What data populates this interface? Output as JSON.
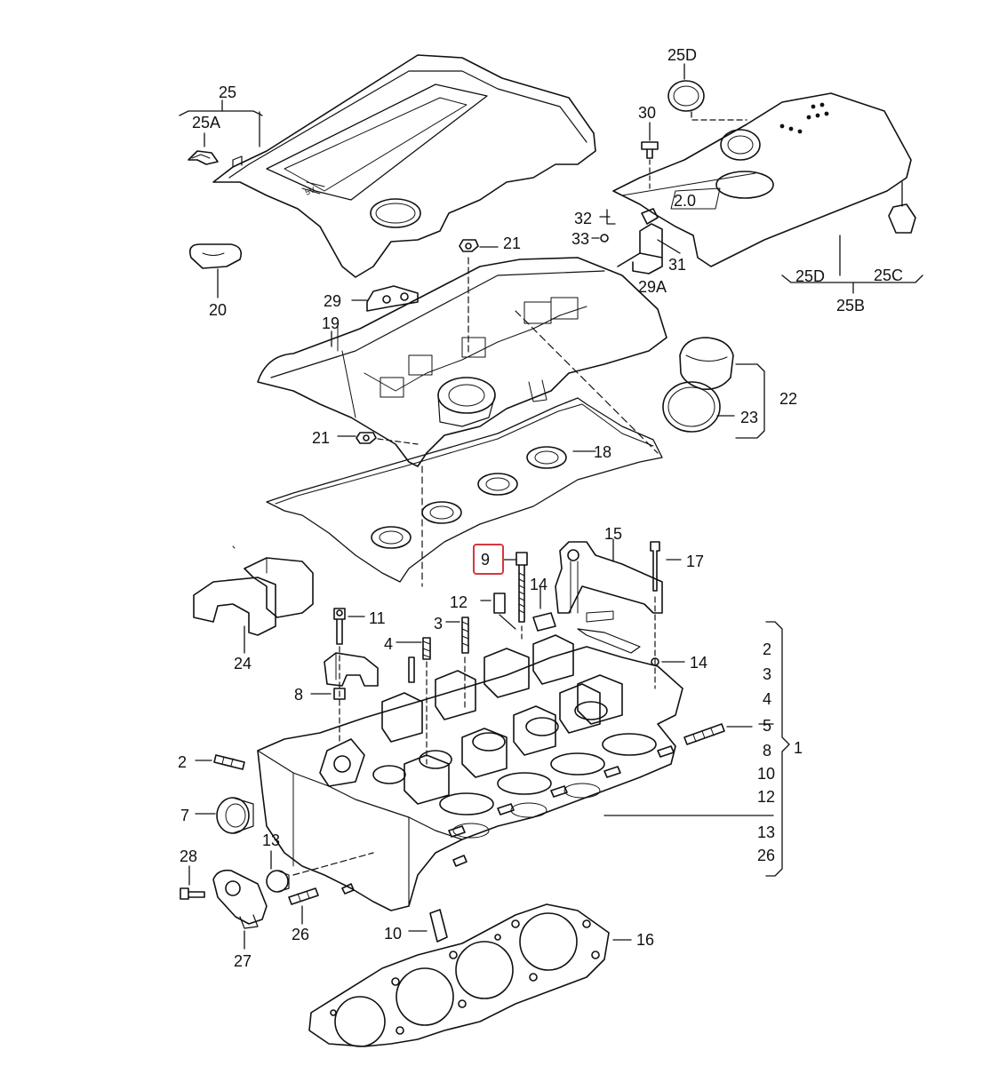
{
  "highlight": {
    "label": "9",
    "color": "#d9363e"
  },
  "labels": {
    "l25": "25",
    "l25a": "25A",
    "l20": "20",
    "l25d_top": "25D",
    "l30": "30",
    "l32": "32",
    "l33": "33",
    "l31": "31",
    "l29a": "29A",
    "l25d": "25D",
    "l25c": "25C",
    "l25b": "25B",
    "l21a": "21",
    "l29": "29",
    "l19": "19",
    "l21b": "21",
    "l18": "18",
    "l22": "22",
    "l23": "23",
    "l9": "9",
    "l15": "15",
    "l17": "17",
    "l12": "12",
    "l14a": "14",
    "l11": "11",
    "l3": "3",
    "l4": "4",
    "l24": "24",
    "l8": "8",
    "l14b": "14",
    "l2": "2",
    "l7": "7",
    "l13": "13",
    "l28": "28",
    "l26": "26",
    "l10": "10",
    "l27": "27",
    "l16": "16",
    "l1": "1"
  },
  "group1_items": [
    "2",
    "3",
    "4",
    "5",
    "8",
    "10",
    "12",
    "13",
    "26"
  ]
}
